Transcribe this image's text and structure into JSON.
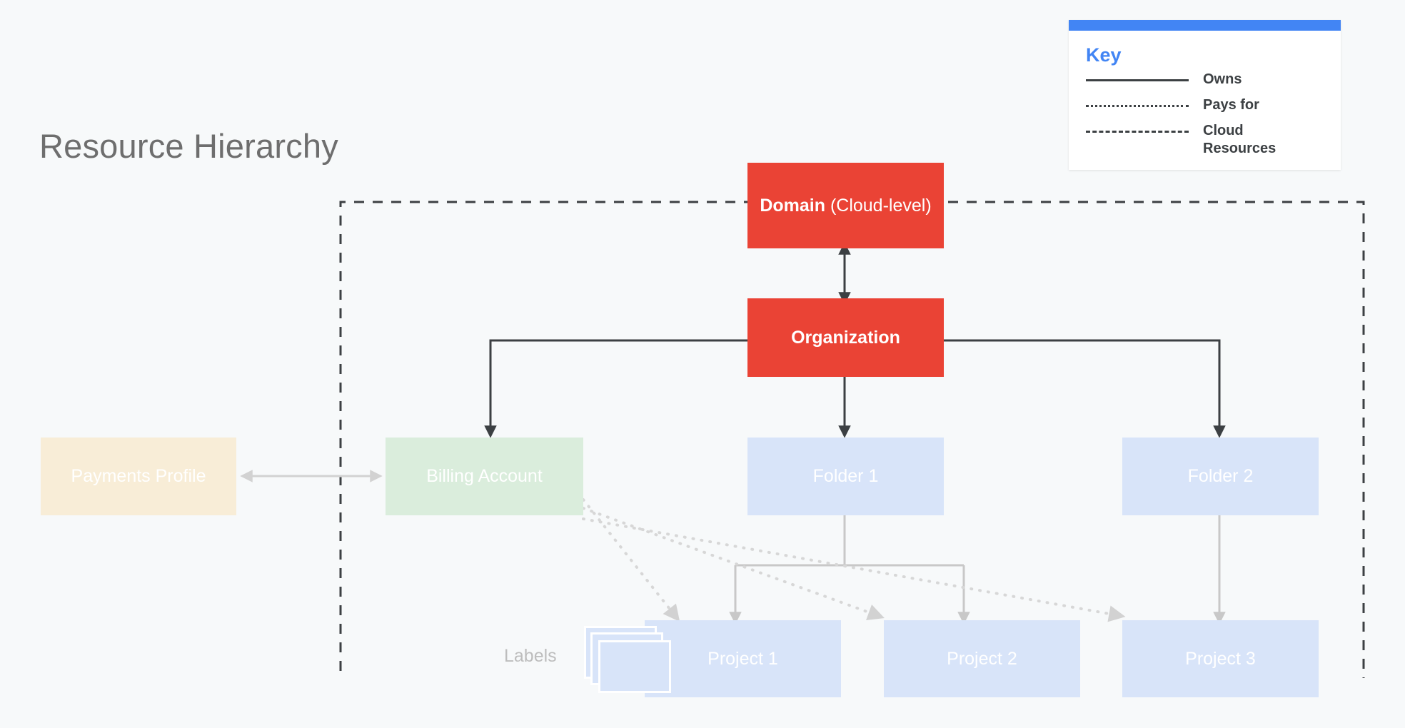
{
  "page": {
    "title": "Resource Hierarchy",
    "background_color": "#F7F9FA"
  },
  "legend": {
    "title": "Key",
    "accent_color": "#4285F4",
    "items": [
      {
        "style": "solid",
        "label": "Owns"
      },
      {
        "style": "dotted",
        "label": "Pays for"
      },
      {
        "style": "dashed",
        "label": "Cloud Resources"
      }
    ]
  },
  "nodes": {
    "domain": {
      "label_strong": "Domain",
      "label_light": " (Cloud-level)",
      "color": "#EA4335",
      "text_color": "#FFFFFF"
    },
    "organization": {
      "label": "Organization",
      "color": "#EA4335",
      "text_color": "#FFFFFF"
    },
    "payments_profile": {
      "label": "Payments Profile",
      "color": "#F8EDD7",
      "text_color": "#FFFFFF"
    },
    "billing_account": {
      "label": "Billing Account",
      "color": "#DAEDDC",
      "text_color": "#FFFFFF"
    },
    "folder_1": {
      "label": "Folder 1",
      "color": "#D8E4F9",
      "text_color": "#FFFFFF"
    },
    "folder_2": {
      "label": "Folder 2",
      "color": "#D8E4F9",
      "text_color": "#FFFFFF"
    },
    "project_1": {
      "label": "Project 1",
      "color": "#D8E4F9",
      "text_color": "#FFFFFF"
    },
    "project_2": {
      "label": "Project 2",
      "color": "#D8E4F9",
      "text_color": "#FFFFFF"
    },
    "project_3": {
      "label": "Project 3",
      "color": "#D8E4F9",
      "text_color": "#FFFFFF"
    },
    "labels": {
      "label": "Labels",
      "text_color": "#BDBDBD",
      "card_color": "#D8E4F9"
    }
  },
  "connectors": {
    "owns_color": "#3C4043",
    "pays_for_color": "#D7D7D7",
    "cloud_boundary_color": "#3C4043",
    "child_link_color": "#C8C8C8"
  }
}
